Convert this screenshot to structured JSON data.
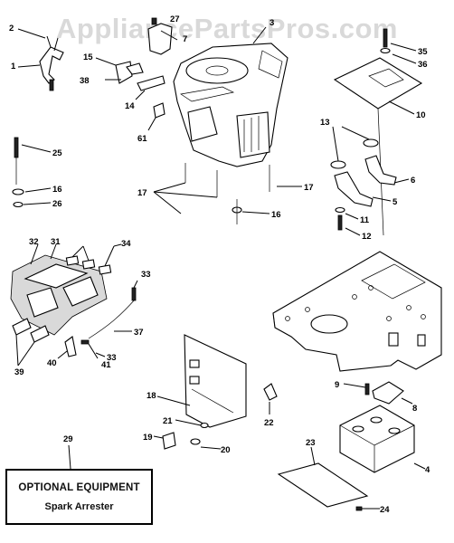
{
  "watermark": "AppliancePartsPros.com",
  "optional_box": {
    "title": "OPTIONAL EQUIPMENT",
    "subtitle": "Spark Arrester"
  },
  "callouts": {
    "c1": "1",
    "c2": "2",
    "c3": "3",
    "c4": "4",
    "c5": "5",
    "c6": "6",
    "c7": "7",
    "c8": "8",
    "c9": "9",
    "c10": "10",
    "c11": "11",
    "c12": "12",
    "c13": "13",
    "c14": "14",
    "c15": "15",
    "c16a": "16",
    "c16b": "16",
    "c17a": "17",
    "c17b": "17",
    "c18": "18",
    "c19": "19",
    "c20": "20",
    "c21": "21",
    "c22": "22",
    "c23": "23",
    "c24": "24",
    "c25": "25",
    "c26": "26",
    "c27": "27",
    "c29": "29",
    "c31": "31",
    "c32": "32",
    "c33a": "33",
    "c33b": "33",
    "c34": "34",
    "c35": "35",
    "c36": "36",
    "c37": "37",
    "c38": "38",
    "c39": "39",
    "c40": "40",
    "c41": "41",
    "c61": "61"
  }
}
